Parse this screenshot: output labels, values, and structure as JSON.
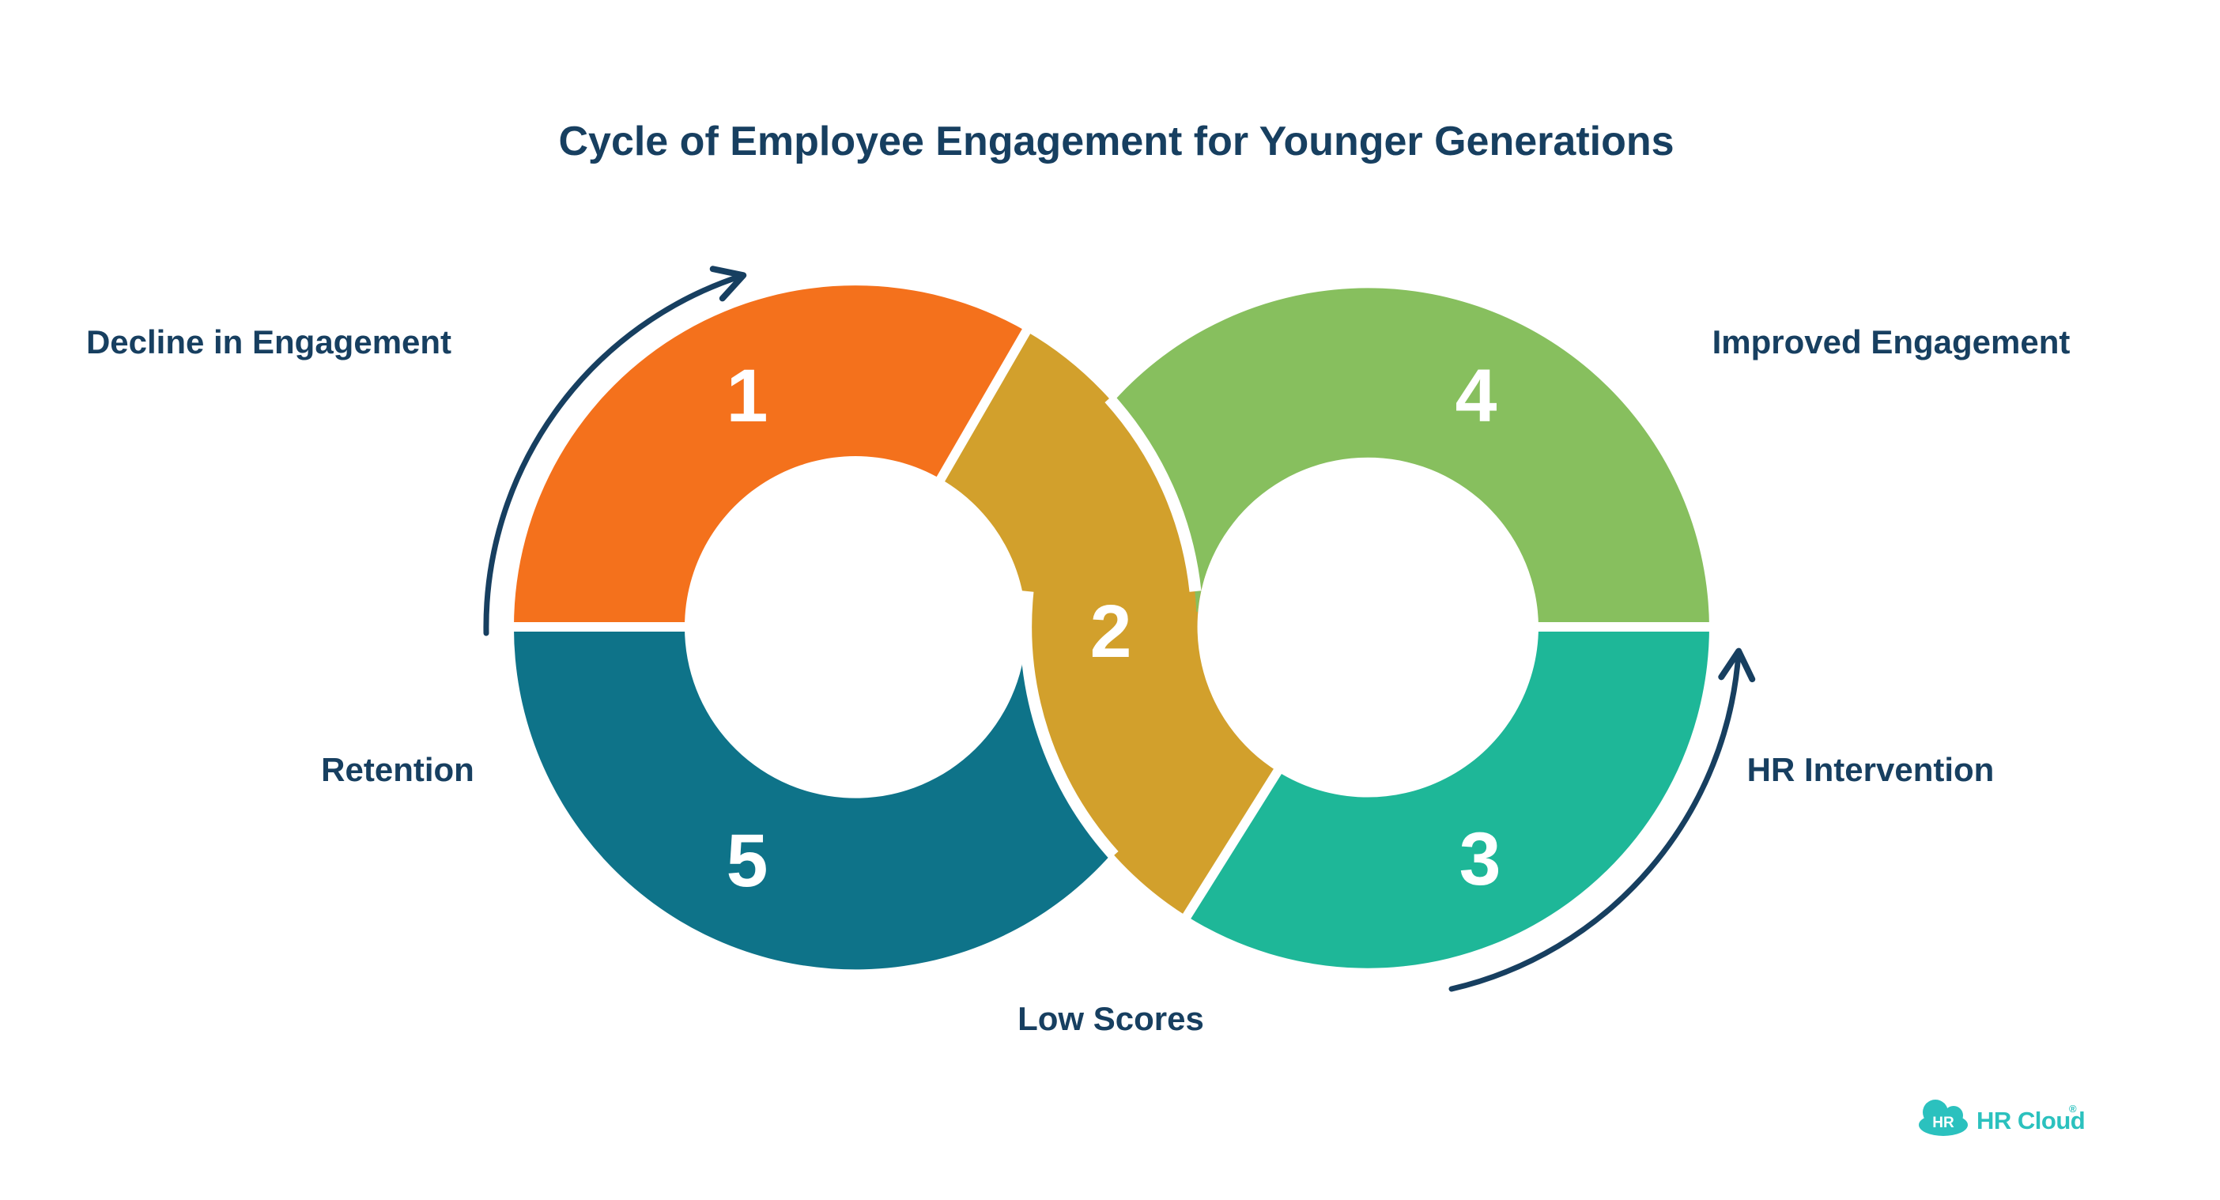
{
  "title": "Cycle of Employee Engagement for Younger Generations",
  "diagram": {
    "type": "infinity-loop-cycle",
    "segments": [
      {
        "number": "1",
        "label": "Decline in Engagement",
        "color": "#F4711C"
      },
      {
        "number": "2",
        "label": "Low Scores",
        "color": "#D2A02C"
      },
      {
        "number": "3",
        "label": "HR Intervention",
        "color": "#1EB798"
      },
      {
        "number": "4",
        "label": "Improved Engagement",
        "color": "#87BF5E"
      },
      {
        "number": "5",
        "label": "Retention",
        "color": "#0E7389"
      }
    ]
  },
  "colors": {
    "navy": "#173F60",
    "background": "#FFFFFF",
    "number_text": "#FFFFFF"
  },
  "logo": {
    "badge": "HR",
    "name": "HR Cloud",
    "reg": "®",
    "color": "#2BC1BE"
  }
}
